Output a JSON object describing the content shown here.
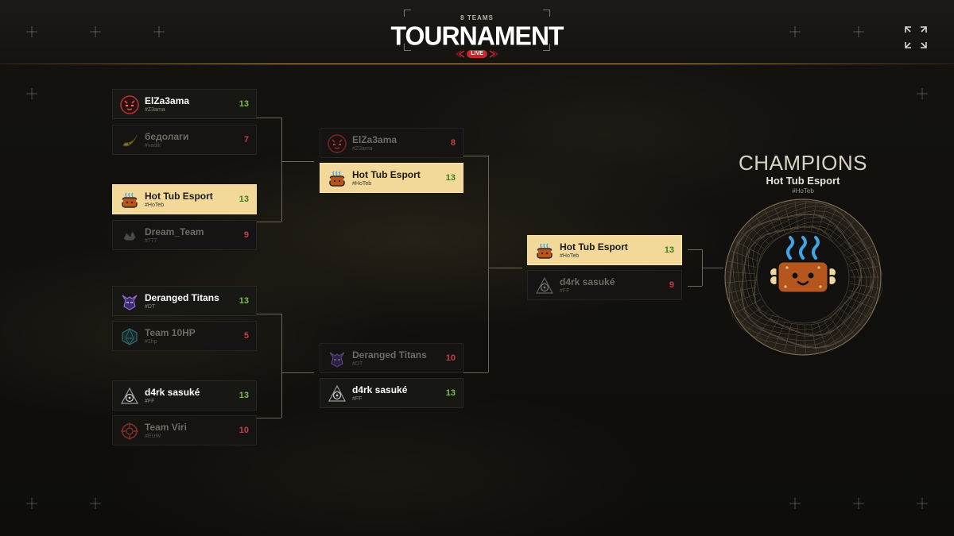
{
  "header": {
    "subtitle": "8 TEAMS",
    "title": "TOURNAMENT",
    "live_label": "LIVE"
  },
  "icons": {
    "fullscreen": "fullscreen-icon"
  },
  "colors": {
    "accent_gold": "#c9a05a",
    "champion_highlight": "#f2d99a",
    "win_score": "#7bbf4a",
    "lose_score": "#c2404a",
    "live_red": "#c8262e"
  },
  "round1": [
    {
      "name": "ElZa3ama",
      "tag": "#Z3ama",
      "score": "13",
      "result": "win",
      "logo": "devil-mask-logo"
    },
    {
      "name": "бедолаги",
      "tag": "#vadik",
      "score": "7",
      "result": "lose",
      "logo": "banana-logo"
    },
    {
      "name": "Hot Tub Esport",
      "tag": "#HoTeb",
      "score": "13",
      "result": "champ",
      "logo": "hot-tub-logo"
    },
    {
      "name": "Dream_Team",
      "tag": "#777",
      "score": "9",
      "result": "lose",
      "logo": "dog-logo"
    },
    {
      "name": "Deranged Titans",
      "tag": "#DT",
      "score": "13",
      "result": "win",
      "logo": "titan-helmet-logo"
    },
    {
      "name": "Team 10HP",
      "tag": "#1hp",
      "score": "5",
      "result": "lose",
      "logo": "d20-dice-logo"
    },
    {
      "name": "d4rk sasuké",
      "tag": "#FF",
      "score": "13",
      "result": "win",
      "logo": "sharingan-triangle-logo"
    },
    {
      "name": "Team Viri",
      "tag": "#EUW",
      "score": "10",
      "result": "lose",
      "logo": "crosshair-logo"
    }
  ],
  "round2": [
    {
      "name": "ElZa3ama",
      "tag": "#Z3ama",
      "score": "8",
      "result": "lose",
      "logo": "devil-mask-logo"
    },
    {
      "name": "Hot Tub Esport",
      "tag": "#HoTeb",
      "score": "13",
      "result": "champ",
      "logo": "hot-tub-logo"
    },
    {
      "name": "Deranged Titans",
      "tag": "#DT",
      "score": "10",
      "result": "lose",
      "logo": "titan-helmet-logo"
    },
    {
      "name": "d4rk sasuké",
      "tag": "#FF",
      "score": "13",
      "result": "win",
      "logo": "sharingan-triangle-logo"
    }
  ],
  "final": [
    {
      "name": "Hot Tub Esport",
      "tag": "#HoTeb",
      "score": "13",
      "result": "champ",
      "logo": "hot-tub-logo"
    },
    {
      "name": "d4rk sasuké",
      "tag": "#FF",
      "score": "9",
      "result": "lose",
      "logo": "sharingan-triangle-logo"
    }
  ],
  "champion": {
    "title": "CHAMPIONS",
    "name": "Hot Tub Esport",
    "tag": "#HoTeb",
    "logo": "hot-tub-logo"
  }
}
